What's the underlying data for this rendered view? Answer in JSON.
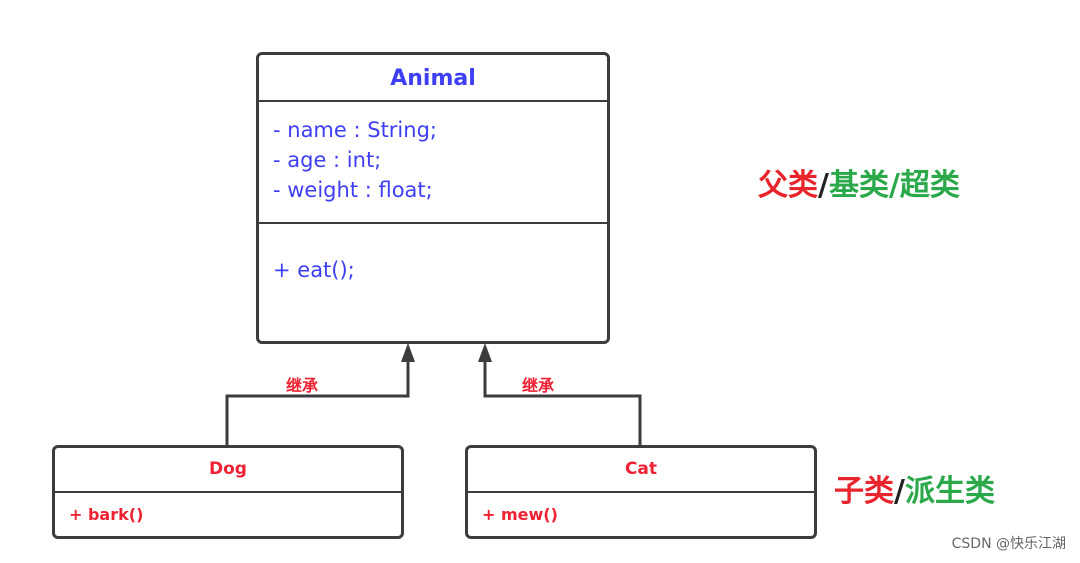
{
  "parent_class": {
    "name": "Animal",
    "attributes": [
      "- name : String;",
      "- age : int;",
      "- weight : float;"
    ],
    "methods": [
      "+ eat();"
    ]
  },
  "child_classes": [
    {
      "name": "Dog",
      "methods": [
        "+ bark()"
      ]
    },
    {
      "name": "Cat",
      "methods": [
        "+ mew()"
      ]
    }
  ],
  "relation_label": "继承",
  "parent_label": {
    "part1": "父类",
    "sep1": "/",
    "part2": "基类/超类"
  },
  "child_label": {
    "part1": "子类",
    "sep1": "/",
    "part2": "派生类"
  },
  "watermark": "CSDN @快乐江湖",
  "colors": {
    "parent_text": "#3e3ef5",
    "child_text": "#ee2233",
    "red_label": "#e8252d",
    "green_label": "#2aa84a"
  }
}
